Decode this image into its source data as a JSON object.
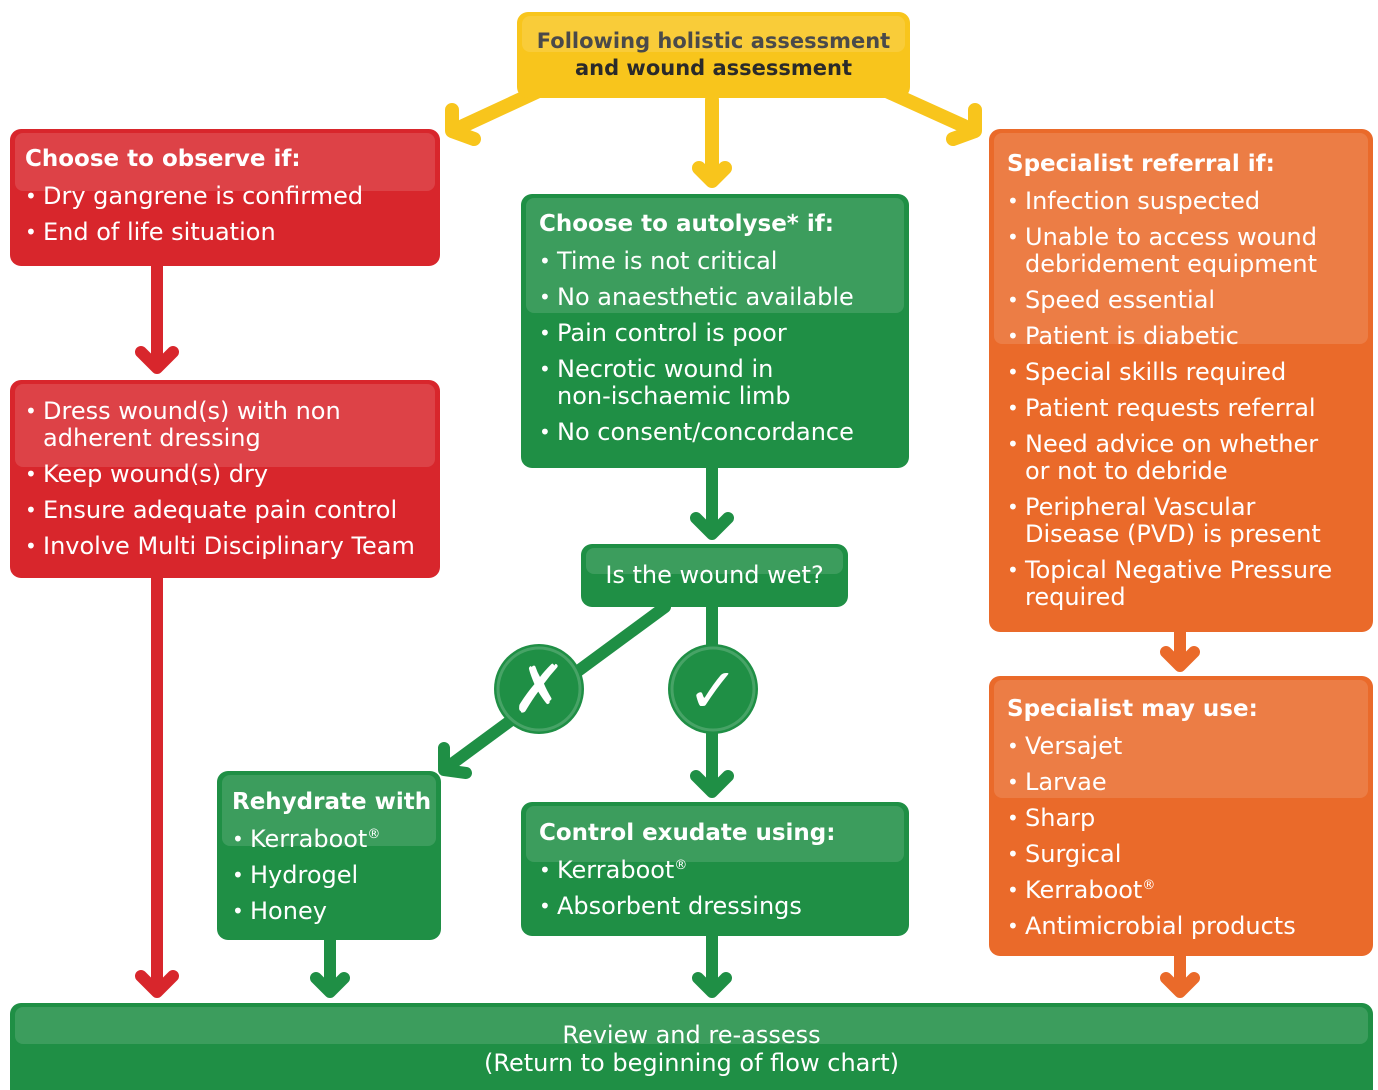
{
  "start": {
    "line1": "Following holistic assessment",
    "line2": "and wound assessment"
  },
  "observe": {
    "title": "Choose to observe if:",
    "items": [
      "Dry gangrene is confirmed",
      "End of life situation"
    ]
  },
  "dress": {
    "items": [
      "Dress wound(s) with non adherent dressing",
      "Keep wound(s) dry",
      "Ensure adequate pain control",
      "Involve Multi Disciplinary Team"
    ]
  },
  "autolyse": {
    "title": "Choose to autolyse* if:",
    "items": [
      "Time is not critical",
      "No anaesthetic available",
      "Pain control is poor",
      "Necrotic wound in non-ischaemic limb",
      "No consent/concordance"
    ]
  },
  "wet_question": "Is the wound wet?",
  "no_symbol": "✗",
  "yes_symbol": "✓",
  "rehydrate": {
    "title": "Rehydrate with",
    "items": [
      "Kerraboot",
      "Hydrogel",
      "Honey"
    ],
    "reg_mark": "®"
  },
  "exudate": {
    "title": "Control exudate using:",
    "items": [
      "Kerraboot",
      "Absorbent dressings"
    ],
    "reg_mark": "®"
  },
  "referral": {
    "title": "Specialist referral if:",
    "items": [
      "Infection suspected",
      "Unable to access wound debridement equipment",
      "Speed essential",
      "Patient is diabetic",
      "Special skills required",
      "Patient requests referral",
      "Need advice on whether or not to debride",
      "Peripheral Vascular Disease (PVD) is present",
      "Topical Negative Pressure required"
    ]
  },
  "specialist": {
    "title": "Specialist may use:",
    "items": [
      "Versajet",
      "Larvae",
      "Sharp",
      "Surgical",
      "Kerraboot",
      "Antimicrobial products"
    ],
    "reg_mark": "®"
  },
  "review": {
    "line1": "Review and re-assess",
    "line2": "(Return to beginning of flow chart)"
  },
  "colors": {
    "yellow": "#f8c51c",
    "red": "#d8262c",
    "green": "#1f8f45",
    "orange": "#ea6a2a"
  }
}
